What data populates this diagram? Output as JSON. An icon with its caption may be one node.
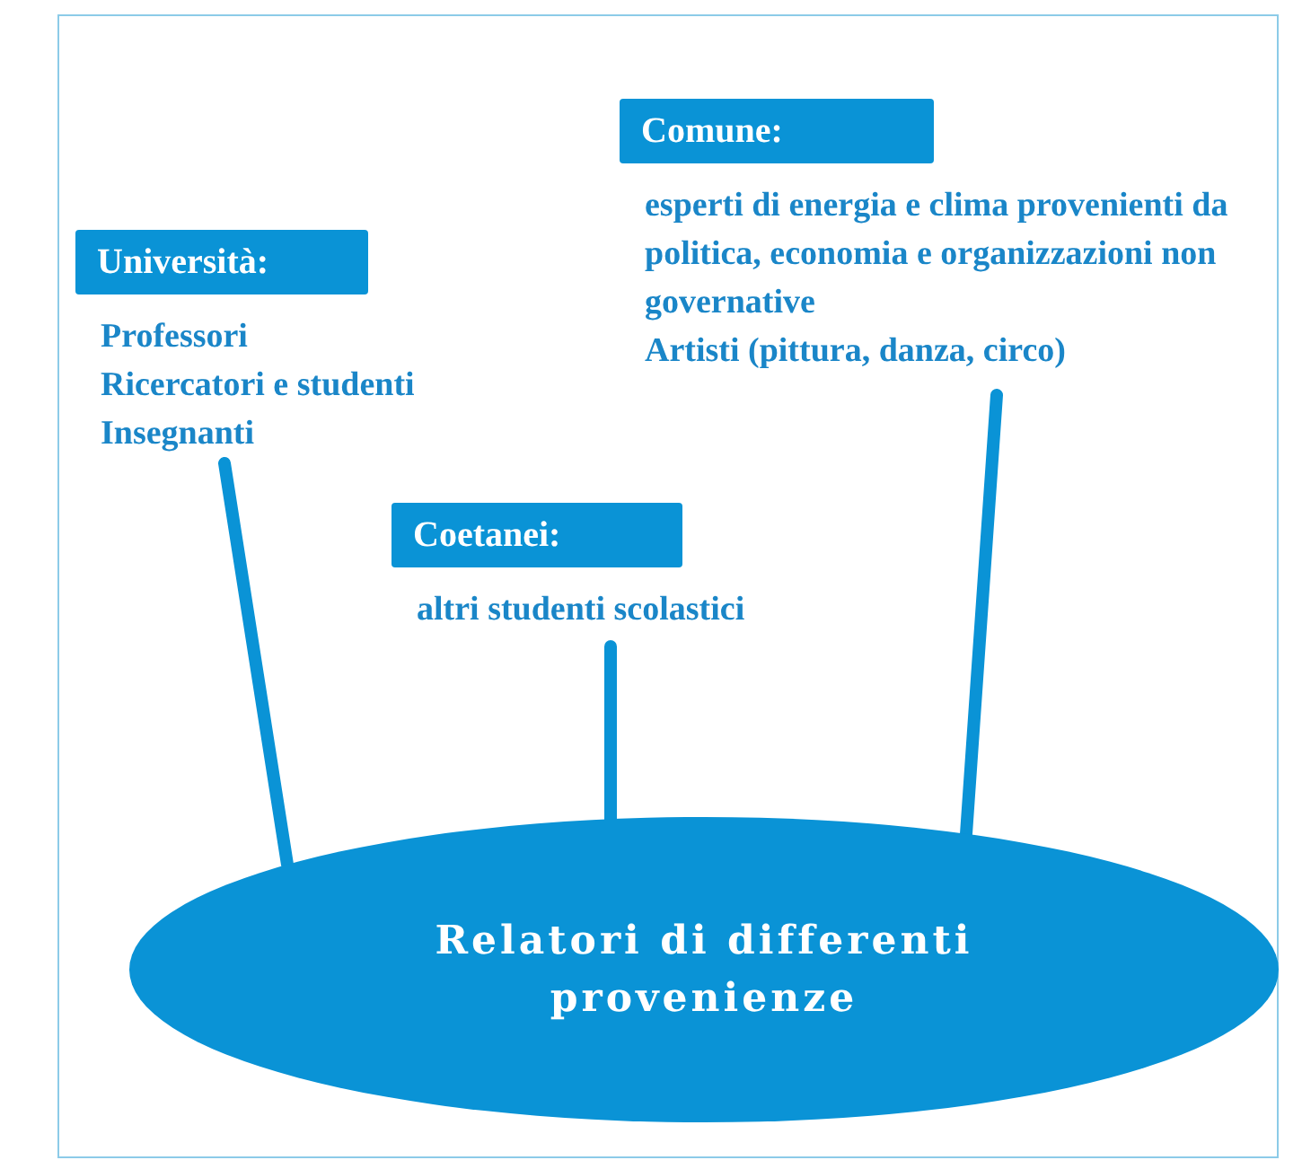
{
  "diagram": {
    "nodes": [
      {
        "text": [
          "Comune:",
          "esperti di energia e clima provenienti da politica, economia e organizzazioni non governative",
          "Artisti (pittura, danza, circo)"
        ]
      },
      {
        "text": [
          "Università:",
          "Professori",
          "Ricercatori e studenti",
          "Insegnanti"
        ]
      },
      {
        "text": [
          "Coetanei:",
          "altri studenti scolastici"
        ]
      },
      {
        "text": [
          "Relatori di differenti provenienze"
        ]
      }
    ],
    "edges": [
      {
        "from": 3,
        "to": 1,
        "arrow": "none"
      },
      {
        "from": 3,
        "to": 2,
        "arrow": "none"
      },
      {
        "from": 3,
        "to": 0,
        "arrow": "none"
      }
    ]
  }
}
